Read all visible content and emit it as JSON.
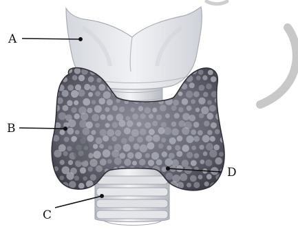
{
  "labels": {
    "a": "A",
    "b": "B",
    "c": "C",
    "d": "D"
  },
  "colors": {
    "background": "#ffffff",
    "cartilage": "#e6e8ec",
    "cartilage_shade": "#c9ccd3",
    "gland_dark": "#4e4e58",
    "gland_mid": "#7a7b86",
    "follicle": "#b8bac4",
    "trachea_ring": "#d9dbe0",
    "pointer_line": "#111111",
    "watermark": "#c8c8c8"
  }
}
